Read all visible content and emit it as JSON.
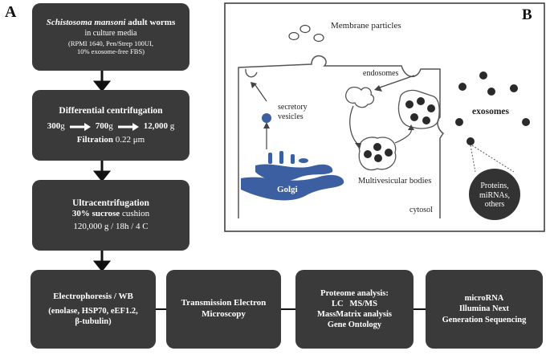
{
  "panel_a": {
    "letter": "A",
    "step1": {
      "l1_italic": "Schistosoma mansoni",
      "l1_rest": " adult worms",
      "l2": "in culture media",
      "l3": "(RPMI 1640, Pen/Strep 100UI,",
      "l4": "10% exosome-free FBS)"
    },
    "step2": {
      "title": "Differential centrifugation",
      "s1_val": "300",
      "s1_unit": "g",
      "s2_val": "700",
      "s2_unit": "g",
      "s3_val": "12,000",
      "s3_unit": " g",
      "filtration_label": "Filtration",
      "filtration_value": " 0.22 μm"
    },
    "step3": {
      "title": "Ultracentrifugation",
      "l2_bold": "30% sucrose",
      "l2_rest": " cushion",
      "l3": "120,000 g  / 18h / 4 C"
    },
    "analyses": [
      {
        "lines": [
          "Electrophoresis / WB",
          "(enolase, HSP70, eEF1.2,",
          "β-tubulin)"
        ]
      },
      {
        "lines": [
          "Transmission Electron",
          "Microscopy"
        ]
      },
      {
        "lines": [
          "Proteome analysis:",
          "LC   MS/MS",
          "MassMatrix analysis",
          "Gene Ontology"
        ]
      },
      {
        "lines": [
          "microRNA",
          "Illumina Next",
          "Generation Sequencing"
        ]
      }
    ]
  },
  "panel_b": {
    "letter": "B",
    "membrane_particles": "Membrane particles",
    "endosomes": "endosomes",
    "secretory_l1": "secretory",
    "secretory_l2": "vesicles",
    "golgi": "Golgi",
    "multivesicular": "Multivesicular bodies",
    "cytosol": "cytosol",
    "exosomes": "exosomes",
    "cargo_l1": "Proteins,",
    "cargo_l2": "miRNAs,",
    "cargo_l3": "others"
  },
  "colors": {
    "box_fill": "#3a3a3a",
    "golgi_blue": "#3b5fa0",
    "exosome_dark": "#2a2a2a"
  }
}
